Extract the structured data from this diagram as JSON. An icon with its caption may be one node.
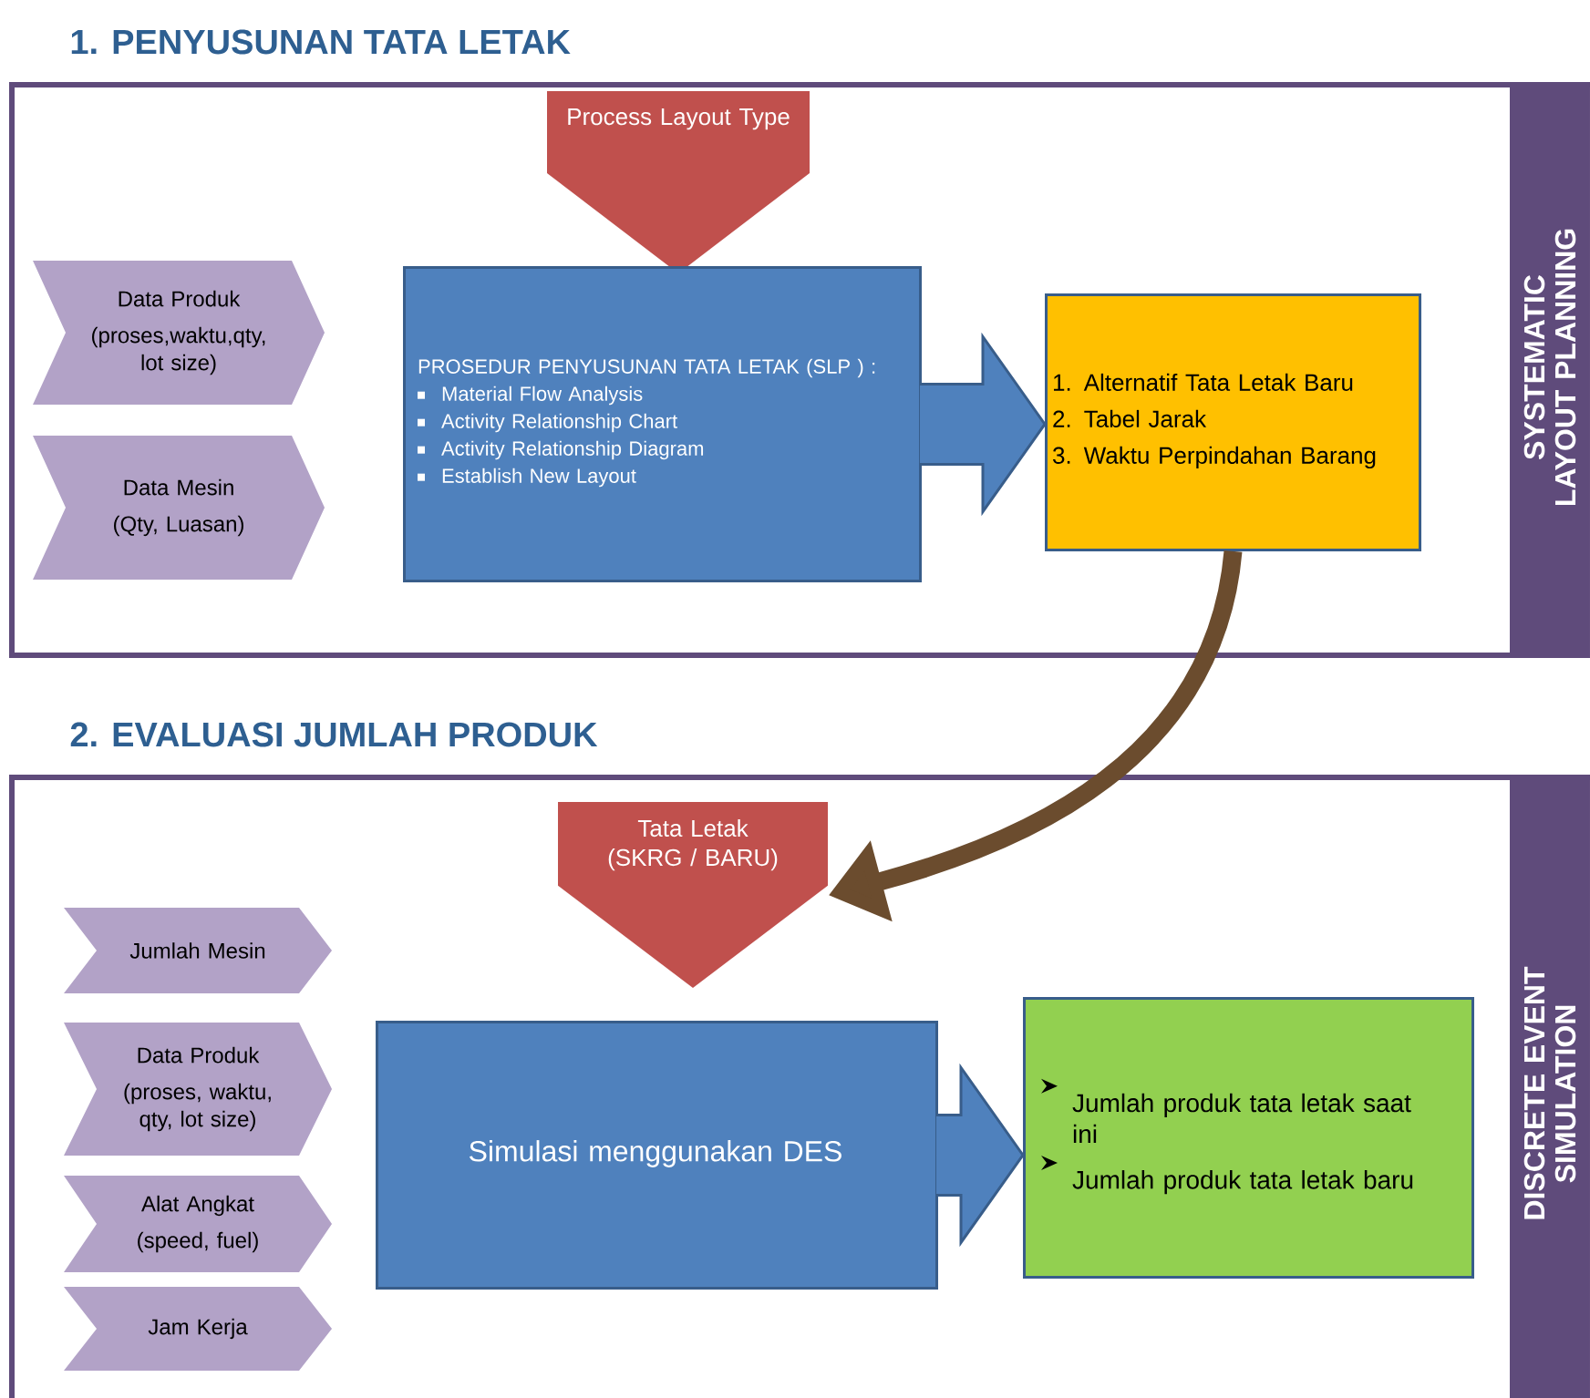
{
  "diagram": {
    "nodes": [
      {
        "text": [
          "1. PENYUSUNAN TATA LETAK"
        ]
      },
      {
        "text": [
          "SYSTEMATIC LAYOUT PLANNING"
        ],
        "in": 0
      },
      {
        "text": [
          "Process Layout Type"
        ],
        "in": 0
      },
      {
        "text": [
          "Data Produk",
          "(proses,waktu,qty, lot size)"
        ],
        "in": 0
      },
      {
        "text": [
          "Data Mesin",
          "(Qty, Luasan)"
        ],
        "in": 0
      },
      {
        "text": [
          "PROSEDUR PENYUSUNAN TATA LETAK (SLP ) :",
          "Material Flow Analysis",
          "Activity Relationship Chart",
          "Activity Relationship Diagram",
          "Establish New Layout"
        ],
        "in": 0
      },
      {
        "text": [
          "1. Alternatif Tata Letak Baru",
          "2. Tabel Jarak",
          "3. Waktu Perpindahan Barang"
        ],
        "in": 0
      },
      {
        "text": [
          "2. EVALUASI JUMLAH PRODUK"
        ]
      },
      {
        "text": [
          "DISCRETE EVENT SIMULATION"
        ],
        "in": 7
      },
      {
        "text": [
          "Tata Letak (SKRG / BARU)"
        ],
        "in": 7
      },
      {
        "text": [
          "Jumlah Mesin"
        ],
        "in": 7
      },
      {
        "text": [
          "Data Produk",
          "(proses, waktu, qty, lot size)"
        ],
        "in": 7
      },
      {
        "text": [
          "Alat Angkat",
          "(speed, fuel)"
        ],
        "in": 7
      },
      {
        "text": [
          "Jam Kerja"
        ],
        "in": 7
      },
      {
        "text": [
          "Simulasi menggunakan DES"
        ],
        "in": 7
      },
      {
        "text": [
          "Jumlah produk tata letak saat ini",
          "Jumlah produk tata letak baru"
        ],
        "in": 7
      }
    ],
    "edges": [
      {
        "from": 5,
        "to": 6,
        "arrow": "to"
      },
      {
        "from": 6,
        "to": 9,
        "arrow": "to",
        "color": "#6b4c2e"
      },
      {
        "from": 14,
        "to": 15,
        "arrow": "to"
      }
    ]
  }
}
